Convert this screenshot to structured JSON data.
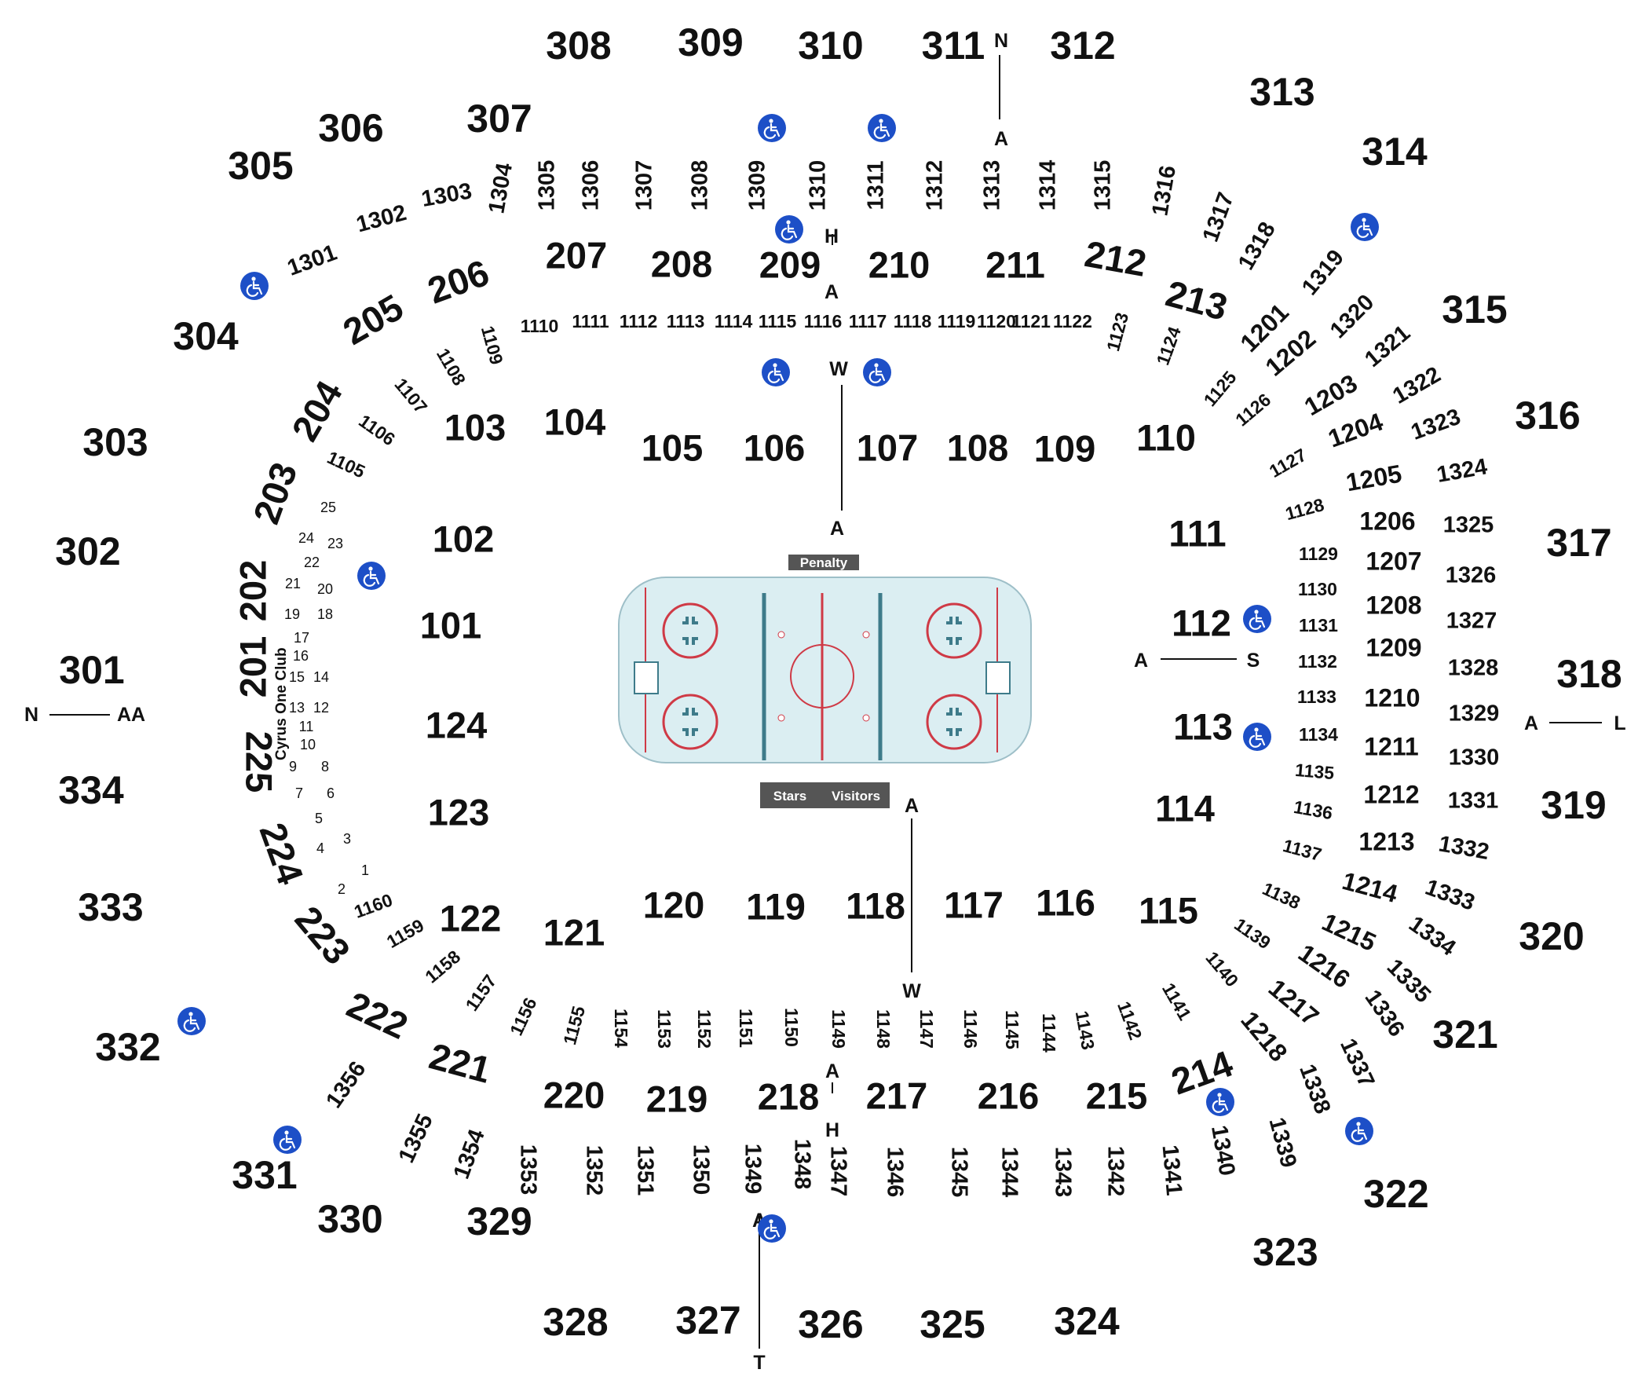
{
  "colors": {
    "ice": "#dbeef2",
    "ice_border": "#9ebfc8",
    "blue_line": "#3e7b8a",
    "red_line": "#cf3a46",
    "wheelchair": "#1d4fc7",
    "label_bg": "#555555"
  },
  "rink_labels": {
    "penalty": "Penalty",
    "stars": "Stars",
    "visitors": "Visitors"
  },
  "club_name": "Cyrus One Club",
  "accessible_icon": "wheelchair-accessible-icon",
  "sections_300": [
    "301",
    "302",
    "303",
    "304",
    "305",
    "306",
    "307",
    "308",
    "309",
    "310",
    "311",
    "312",
    "313",
    "314",
    "315",
    "316",
    "317",
    "318",
    "319",
    "320",
    "321",
    "322",
    "323",
    "324",
    "325",
    "326",
    "327",
    "328",
    "329",
    "330",
    "331",
    "332",
    "333",
    "334"
  ],
  "sections_100": [
    "101",
    "102",
    "103",
    "104",
    "105",
    "106",
    "107",
    "108",
    "109",
    "110",
    "111",
    "112",
    "113",
    "114",
    "115",
    "116",
    "117",
    "118",
    "119",
    "120",
    "121",
    "122",
    "123",
    "124"
  ],
  "sections_200": [
    "201",
    "202",
    "203",
    "204",
    "205",
    "206",
    "207",
    "208",
    "209",
    "210",
    "211",
    "212",
    "213",
    "214",
    "215",
    "216",
    "217",
    "218",
    "219",
    "220",
    "221",
    "222",
    "223",
    "224",
    "225"
  ],
  "sections_1100": [
    "1105",
    "1106",
    "1107",
    "1108",
    "1109",
    "1110",
    "1111",
    "1112",
    "1113",
    "1114",
    "1115",
    "1116",
    "1117",
    "1118",
    "1119",
    "1120",
    "1121",
    "1122",
    "1123",
    "1124",
    "1125",
    "1126",
    "1127",
    "1128",
    "1129",
    "1130",
    "1131",
    "1132",
    "1133",
    "1134",
    "1135",
    "1136",
    "1137",
    "1138",
    "1139",
    "1140",
    "1141",
    "1142",
    "1143",
    "1144",
    "1145",
    "1146",
    "1147",
    "1148",
    "1149",
    "1150",
    "1151",
    "1152",
    "1153",
    "1154",
    "1155",
    "1156",
    "1157",
    "1158",
    "1159",
    "1160"
  ],
  "sections_1200": [
    "1201",
    "1202",
    "1203",
    "1204",
    "1205",
    "1206",
    "1207",
    "1208",
    "1209",
    "1210",
    "1211",
    "1212",
    "1213",
    "1214",
    "1215",
    "1216",
    "1217",
    "1218"
  ],
  "sections_1300": [
    "1301",
    "1302",
    "1303",
    "1304",
    "1305",
    "1306",
    "1307",
    "1308",
    "1309",
    "1310",
    "1311",
    "1312",
    "1313",
    "1314",
    "1315",
    "1316",
    "1317",
    "1318",
    "1319",
    "1320",
    "1321",
    "1322",
    "1323",
    "1324",
    "1325",
    "1326",
    "1327",
    "1328",
    "1329",
    "1330",
    "1331",
    "1332",
    "1333",
    "1334",
    "1335",
    "1336",
    "1337",
    "1338",
    "1339",
    "1340",
    "1341",
    "1342",
    "1343",
    "1344",
    "1345",
    "1346",
    "1347",
    "1348",
    "1349",
    "1350",
    "1351",
    "1352",
    "1353",
    "1354",
    "1355",
    "1356"
  ],
  "club_seats": [
    "1",
    "2",
    "3",
    "4",
    "5",
    "6",
    "7",
    "8",
    "9",
    "10",
    "11",
    "12",
    "13",
    "14",
    "15",
    "16",
    "17",
    "18",
    "19",
    "20",
    "21",
    "22",
    "23",
    "24",
    "25"
  ],
  "row_markers": [
    "N",
    "A",
    "H",
    "A",
    "W",
    "A",
    "A",
    "S",
    "A",
    "L",
    "N",
    "AA",
    "A",
    "W",
    "A",
    "H",
    "A",
    "T"
  ]
}
